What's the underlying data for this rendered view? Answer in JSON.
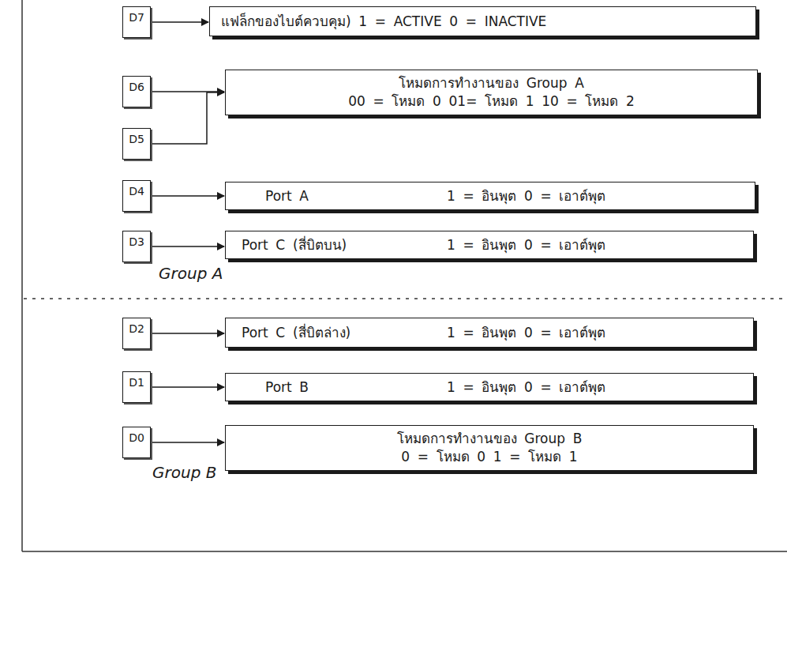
{
  "diagram": {
    "nodes": [
      {
        "text": [
          "D7"
        ]
      },
      {
        "text": [
          "แฟล็กของไบต์ควบคุม) 1 = ACTIVE 0 = INACTIVE"
        ]
      },
      {
        "text": [
          "D6"
        ]
      },
      {
        "text": [
          "โหมดการทำงานของ Group A",
          "00 = โหมด 0 01= โหมด 1 10 = โหมด 2"
        ]
      },
      {
        "text": [
          "D5"
        ]
      },
      {
        "text": [
          "D4"
        ]
      },
      {
        "text": [
          "Port A",
          "1 = อินพุต 0 = เอาต์พุต"
        ]
      },
      {
        "text": [
          "D3"
        ]
      },
      {
        "text": [
          "Port C (สี่บิตบน)",
          "1 = อินพุต 0 = เอาต์พุต"
        ]
      },
      {
        "text": [
          "D2"
        ]
      },
      {
        "text": [
          "Port C (สี่บิตล่าง)",
          "1 = อินพุต 0 = เอาต์พุต"
        ]
      },
      {
        "text": [
          "D1"
        ]
      },
      {
        "text": [
          "Port B",
          "1 = อินพุต 0 = เอาต์พุต"
        ]
      },
      {
        "text": [
          "D0"
        ]
      },
      {
        "text": [
          "โหมดการทำงานของ Group B",
          "0 = โหมด 0 1 = โหมด 1"
        ]
      }
    ],
    "edges": [
      {
        "from": 0,
        "to": 1,
        "arrow": "to"
      },
      {
        "from": 2,
        "to": 3,
        "arrow": "to"
      },
      {
        "from": 4,
        "to": 3,
        "arrow": "to"
      },
      {
        "from": 5,
        "to": 6,
        "arrow": "to"
      },
      {
        "from": 7,
        "to": 8,
        "arrow": "to"
      },
      {
        "from": 9,
        "to": 10,
        "arrow": "to"
      },
      {
        "from": 11,
        "to": 12,
        "arrow": "to"
      },
      {
        "from": 13,
        "to": 14,
        "arrow": "to"
      }
    ],
    "labels": [
      "Group A",
      "Group B"
    ]
  }
}
